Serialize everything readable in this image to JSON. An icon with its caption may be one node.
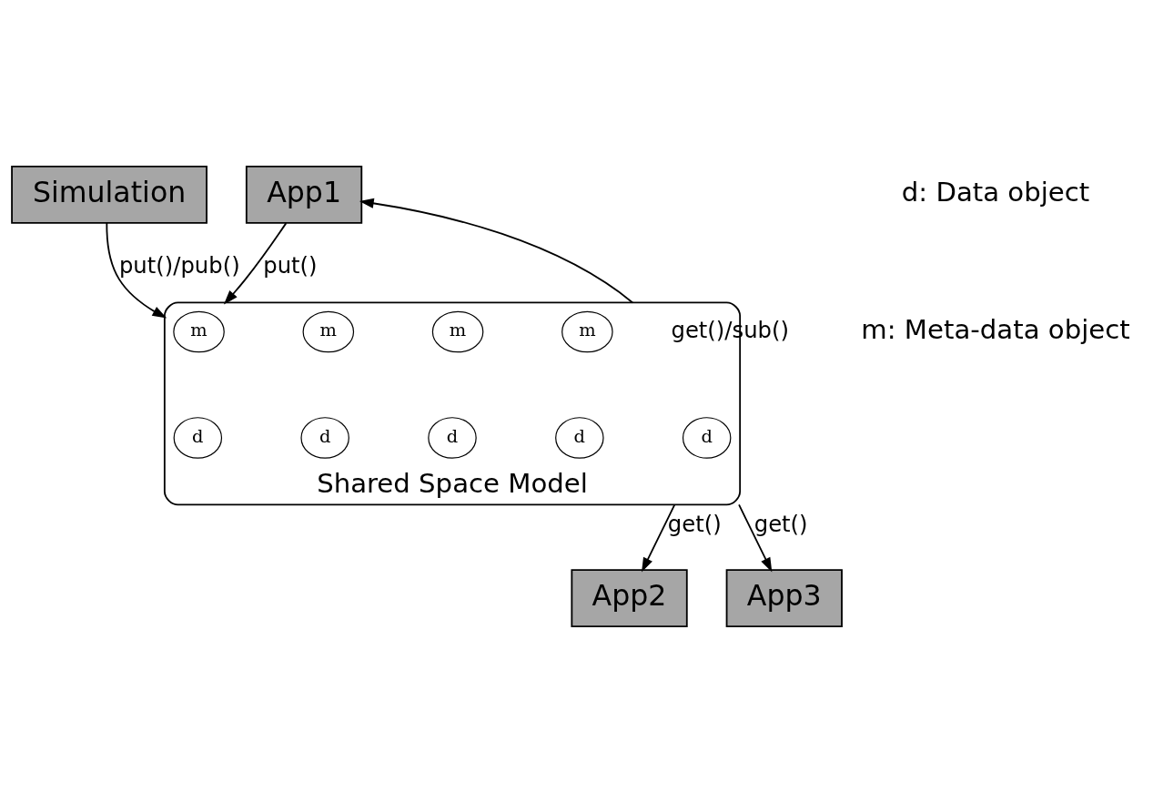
{
  "diagram": {
    "nodes": [
      {
        "text": [
          "Simulation"
        ]
      },
      {
        "text": [
          "App1"
        ]
      },
      {
        "text": [
          "Shared Space Model"
        ]
      },
      {
        "text": [
          "m"
        ],
        "in": 2
      },
      {
        "text": [
          "m"
        ],
        "in": 2
      },
      {
        "text": [
          "m"
        ],
        "in": 2
      },
      {
        "text": [
          "m"
        ],
        "in": 2
      },
      {
        "text": [
          "d"
        ],
        "in": 2
      },
      {
        "text": [
          "d"
        ],
        "in": 2
      },
      {
        "text": [
          "d"
        ],
        "in": 2
      },
      {
        "text": [
          "d"
        ],
        "in": 2
      },
      {
        "text": [
          "d"
        ],
        "in": 2
      },
      {
        "text": [
          "App2"
        ]
      },
      {
        "text": [
          "App3"
        ]
      }
    ],
    "edges": [
      {
        "from": 0,
        "to": 2,
        "arrow": "to",
        "label": "put()/pub()"
      },
      {
        "from": 1,
        "to": 2,
        "arrow": "to",
        "label": "put()"
      },
      {
        "from": 2,
        "to": 1,
        "arrow": "to",
        "label": "get()/sub()"
      },
      {
        "from": 2,
        "to": 12,
        "arrow": "to",
        "label": "get()"
      },
      {
        "from": 2,
        "to": 13,
        "arrow": "to",
        "label": "get()"
      }
    ],
    "labels": [
      "d: Data object",
      "m: Meta-data object"
    ]
  }
}
